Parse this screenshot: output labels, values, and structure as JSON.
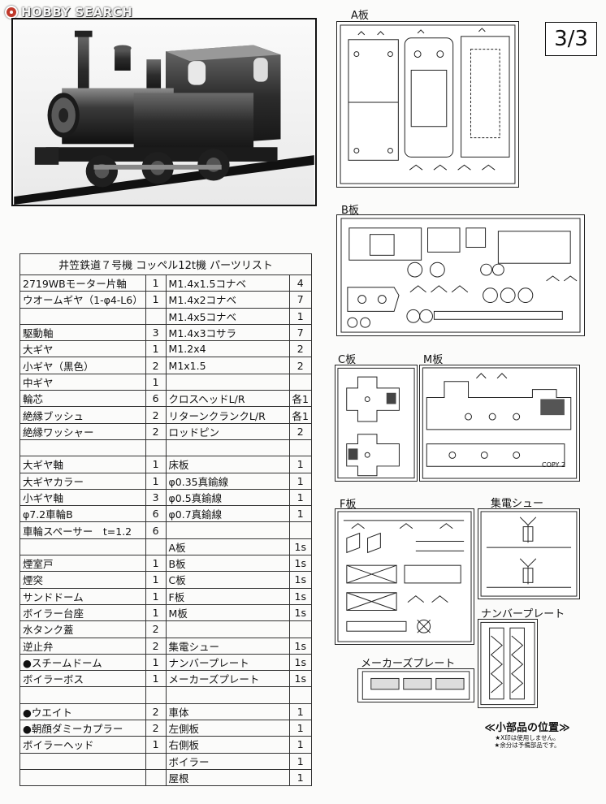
{
  "watermark": {
    "text": "HOBBY SEARCH"
  },
  "page_number": "3/3",
  "parts_list": {
    "title": "井笠鉄道７号機 コッペル12t機 パーツリスト",
    "rows": [
      {
        "a_name": "2719WBモーター片軸",
        "a_qty": "1",
        "b_name": "M1.4x1.5コナベ",
        "b_qty": "4"
      },
      {
        "a_name": "ウオームギヤ（1-φ4-L6）",
        "a_qty": "1",
        "b_name": "M1.4x2コナベ",
        "b_qty": "7"
      },
      {
        "a_name": "",
        "a_qty": "",
        "b_name": "M1.4x5コナベ",
        "b_qty": "1"
      },
      {
        "a_name": "駆動軸",
        "a_qty": "3",
        "b_name": "M1.4x3コサラ",
        "b_qty": "7"
      },
      {
        "a_name": "大ギヤ",
        "a_qty": "1",
        "b_name": "M1.2x4",
        "b_qty": "2"
      },
      {
        "a_name": "小ギヤ（黒色）",
        "a_qty": "2",
        "b_name": "M1x1.5",
        "b_qty": "2"
      },
      {
        "a_name": "中ギヤ",
        "a_qty": "1",
        "b_name": "",
        "b_qty": ""
      },
      {
        "a_name": "輪芯",
        "a_qty": "6",
        "b_name": "クロスヘッドL/R",
        "b_qty": "各1"
      },
      {
        "a_name": "絶縁ブッシュ",
        "a_qty": "2",
        "b_name": "リターンクランクL/R",
        "b_qty": "各1"
      },
      {
        "a_name": "絶縁ワッシャー",
        "a_qty": "2",
        "b_name": "ロッドピン",
        "b_qty": "2"
      },
      {
        "a_name": "",
        "a_qty": "",
        "b_name": "",
        "b_qty": ""
      },
      {
        "a_name": "大ギヤ軸",
        "a_qty": "1",
        "b_name": "床板",
        "b_qty": "1"
      },
      {
        "a_name": "大ギヤカラー",
        "a_qty": "1",
        "b_name": "φ0.35真鍮線",
        "b_qty": "1"
      },
      {
        "a_name": "小ギヤ軸",
        "a_qty": "3",
        "b_name": "φ0.5真鍮線",
        "b_qty": "1"
      },
      {
        "a_name": "φ7.2車輪B",
        "a_qty": "6",
        "b_name": "φ0.7真鍮線",
        "b_qty": "1"
      },
      {
        "a_name": "車輪スペーサー　t=1.2",
        "a_qty": "6",
        "b_name": "",
        "b_qty": ""
      },
      {
        "a_name": "",
        "a_qty": "",
        "b_name": "A板",
        "b_qty": "1s"
      },
      {
        "a_name": "煙室戸",
        "a_qty": "1",
        "b_name": "B板",
        "b_qty": "1s"
      },
      {
        "a_name": "煙突",
        "a_qty": "1",
        "b_name": "C板",
        "b_qty": "1s"
      },
      {
        "a_name": "サンドドーム",
        "a_qty": "1",
        "b_name": "F板",
        "b_qty": "1s"
      },
      {
        "a_name": "ボイラー台座",
        "a_qty": "1",
        "b_name": "M板",
        "b_qty": "1s"
      },
      {
        "a_name": "水タンク蓋",
        "a_qty": "2",
        "b_name": "",
        "b_qty": ""
      },
      {
        "a_name": "逆止弁",
        "a_qty": "2",
        "b_name": "集電シュー",
        "b_qty": "1s"
      },
      {
        "a_name": "●スチームドーム",
        "a_qty": "1",
        "b_name": "ナンバープレート",
        "b_qty": "1s"
      },
      {
        "a_name": "ボイラーボス",
        "a_qty": "1",
        "b_name": "メーカーズプレート",
        "b_qty": "1s"
      },
      {
        "a_name": "",
        "a_qty": "",
        "b_name": "",
        "b_qty": ""
      },
      {
        "a_name": "●ウエイト",
        "a_qty": "2",
        "b_name": "車体",
        "b_qty": "1"
      },
      {
        "a_name": "●朝顔ダミーカプラー",
        "a_qty": "2",
        "b_name": "左側板",
        "b_qty": "1"
      },
      {
        "a_name": "ボイラーヘッド",
        "a_qty": "1",
        "b_name": "右側板",
        "b_qty": "1"
      },
      {
        "a_name": "",
        "a_qty": "",
        "b_name": "ボイラー",
        "b_qty": "1"
      },
      {
        "a_name": "",
        "a_qty": "",
        "b_name": "屋根",
        "b_qty": "1"
      }
    ]
  },
  "sheets": {
    "a": "A板",
    "b": "B板",
    "c": "C板",
    "m": "M板",
    "f": "F板",
    "shoe": "集電シュー",
    "number_plate": "ナンバープレート",
    "makers_plate": "メーカーズプレート",
    "m_stamp": "COPY 2"
  },
  "legend": {
    "title": "≪小部品の位置≫",
    "note1": "★X印は使用しません。",
    "note2": "★余分は予備部品です。"
  }
}
